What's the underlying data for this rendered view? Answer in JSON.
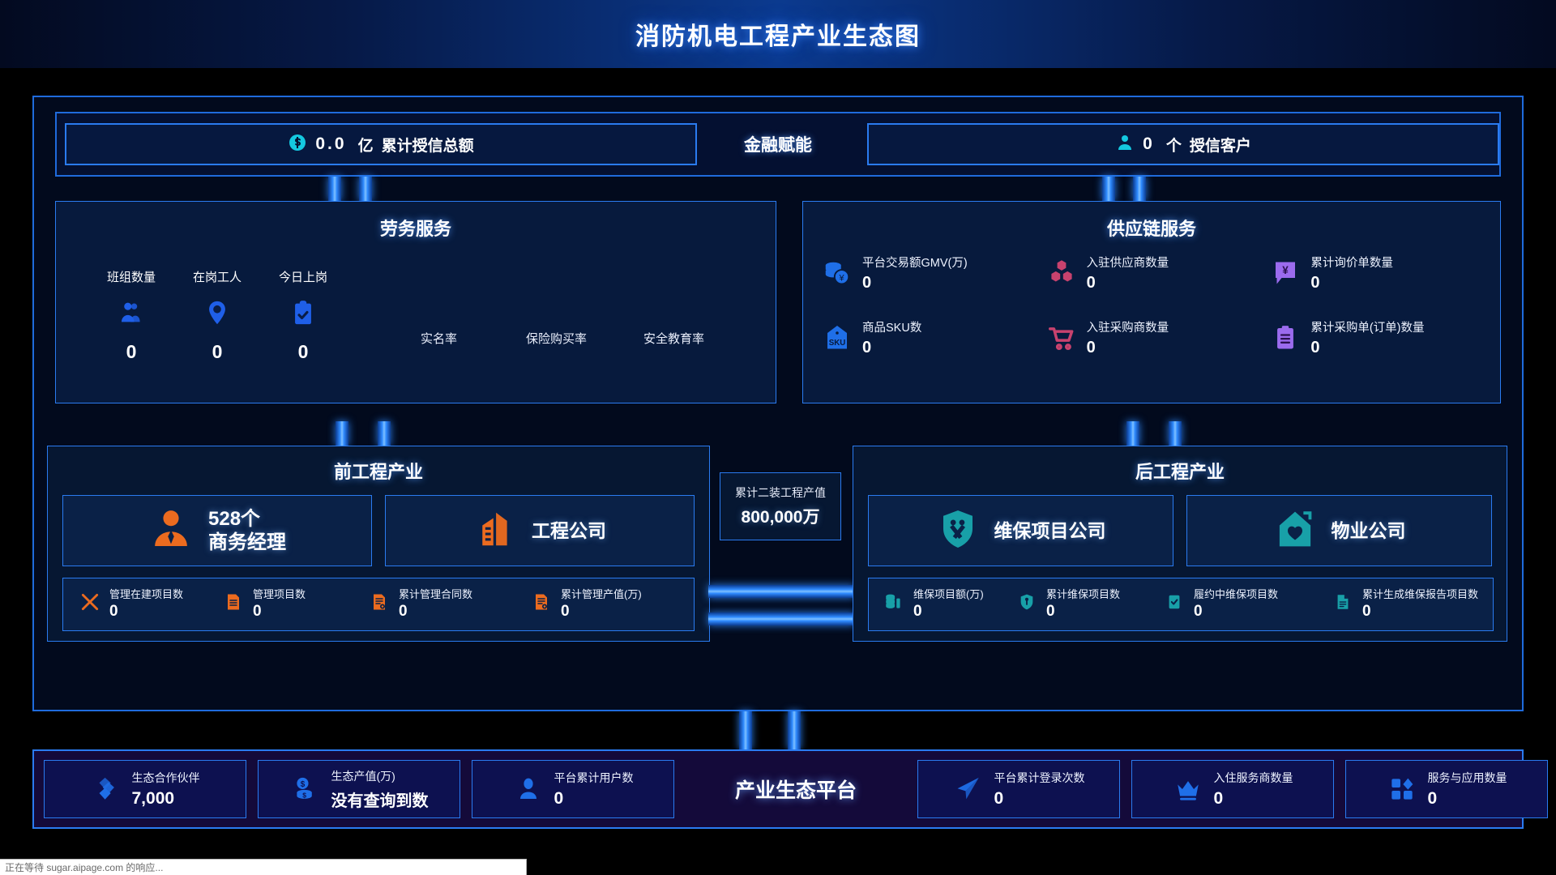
{
  "header": {
    "title": "消防机电工程产业生态图"
  },
  "finance": {
    "section_label": "金融赋能",
    "left": {
      "icon": "dollar-coin-icon",
      "value": "0.0",
      "unit": "亿",
      "label": "累计授信总额"
    },
    "right": {
      "icon": "user-icon",
      "value": "0",
      "unit": "个",
      "label": "授信客户"
    }
  },
  "labour": {
    "title": "劳务服务",
    "stats": [
      {
        "label": "班组数量",
        "icon": "team-group-icon",
        "value": "0"
      },
      {
        "label": "在岗工人",
        "icon": "location-person-icon",
        "value": "0"
      },
      {
        "label": "今日上岗",
        "icon": "clipboard-check-icon",
        "value": "0"
      }
    ],
    "rates": [
      "实名率",
      "保险购买率",
      "安全教育率"
    ]
  },
  "supply_chain": {
    "title": "供应链服务",
    "items": [
      {
        "icon": "coins-yuan-icon",
        "label": "平台交易额GMV(万)",
        "value": "0",
        "color": "#1f6fe8"
      },
      {
        "icon": "hexagon-cluster-icon",
        "label": "入驻供应商数量",
        "value": "0",
        "color": "#c8426e"
      },
      {
        "icon": "yuan-chat-icon",
        "label": "累计询价单数量",
        "value": "0",
        "color": "#9b6bee"
      },
      {
        "icon": "sku-tag-icon",
        "label": "商品SKU数",
        "value": "0",
        "color": "#1f6fe8"
      },
      {
        "icon": "shopping-cart-icon",
        "label": "入驻采购商数量",
        "value": "0",
        "color": "#c8426e"
      },
      {
        "icon": "clipboard-list-icon",
        "label": "累计采购单(订单)数量",
        "value": "0",
        "color": "#9b6bee"
      }
    ]
  },
  "front_industry": {
    "title": "前工程产业",
    "cards": [
      {
        "icon": "business-manager-icon",
        "line1": "528个",
        "line2": "商务经理"
      },
      {
        "icon": "building-icon",
        "line1": "工程公司",
        "line2": ""
      }
    ],
    "stats": [
      {
        "icon": "tools-cross-icon",
        "label": "管理在建项目数",
        "value": "0"
      },
      {
        "icon": "document-list-icon",
        "label": "管理项目数",
        "value": "0"
      },
      {
        "icon": "document-contract-icon",
        "label": "累计管理合同数",
        "value": "0"
      },
      {
        "icon": "document-value-icon",
        "label": "累计管理产值(万)",
        "value": "0"
      }
    ]
  },
  "center": {
    "label": "累计二装工程产值",
    "value": "800,000万"
  },
  "back_industry": {
    "title": "后工程产业",
    "cards": [
      {
        "icon": "shield-wrench-icon",
        "line1": "维保项目公司",
        "line2": ""
      },
      {
        "icon": "house-heart-icon",
        "line1": "物业公司",
        "line2": ""
      }
    ],
    "stats": [
      {
        "icon": "coins-stack-icon",
        "label": "维保项目额(万)",
        "value": "0"
      },
      {
        "icon": "shield-wrench-small-icon",
        "label": "累计维保项目数",
        "value": "0"
      },
      {
        "icon": "check-box-icon",
        "label": "履约中维保项目数",
        "value": "0"
      },
      {
        "icon": "report-doc-icon",
        "label": "累计生成维保报告项目数",
        "value": "0"
      }
    ]
  },
  "platform": {
    "title": "产业生态平台",
    "left_cards": [
      {
        "icon": "layers-diamond-icon",
        "label": "生态合作伙伴",
        "value": "7,000"
      },
      {
        "icon": "coins-dollar-icon",
        "label": "生态产值(万)",
        "value": "没有查询到数"
      },
      {
        "icon": "person-icon",
        "label": "平台累计用户数",
        "value": "0"
      }
    ],
    "right_cards": [
      {
        "icon": "paper-plane-icon",
        "label": "平台累计登录次数",
        "value": "0"
      },
      {
        "icon": "crown-icon",
        "label": "入住服务商数量",
        "value": "0"
      },
      {
        "icon": "apps-grid-icon",
        "label": "服务与应用数量",
        "value": "0"
      }
    ]
  },
  "status_bar": {
    "text": "正在等待 sugar.aipage.com 的响应..."
  },
  "colors": {
    "accent_blue": "#2a7bf0",
    "orange": "#ec6b1f",
    "teal": "#18a0a8",
    "pink": "#c8426e",
    "purple": "#9b6bee",
    "platform_blue": "#1f6fe8"
  }
}
